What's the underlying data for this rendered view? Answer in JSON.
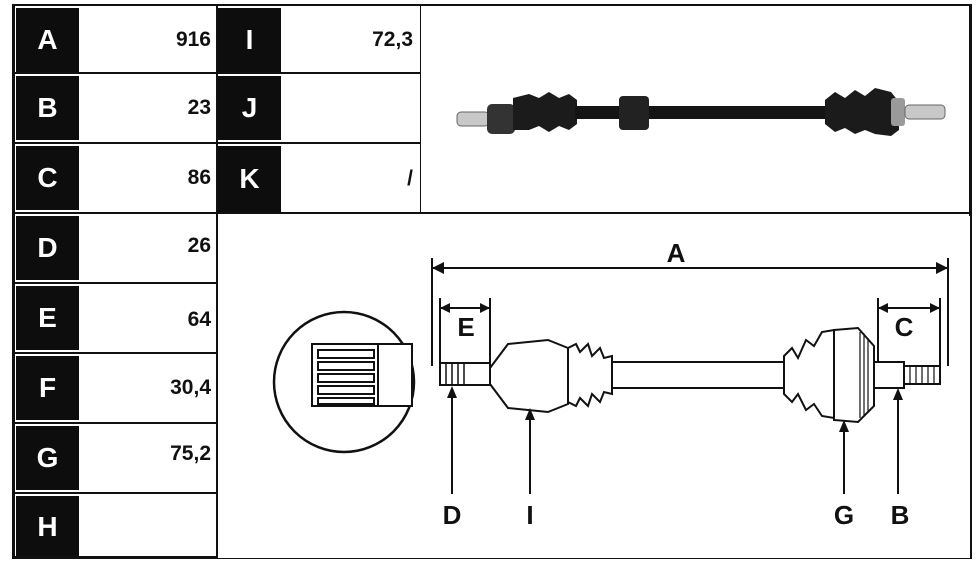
{
  "rows": [
    {
      "letter": "A",
      "value": "916"
    },
    {
      "letter": "B",
      "value": "23"
    },
    {
      "letter": "C",
      "value": "86"
    },
    {
      "letter": "D",
      "value": "26"
    },
    {
      "letter": "E",
      "value": "64"
    },
    {
      "letter": "F",
      "value": "30,4"
    },
    {
      "letter": "G",
      "value": "75,2"
    },
    {
      "letter": "H",
      "value": ""
    }
  ],
  "rows2": [
    {
      "letter": "I",
      "value": "72,3"
    },
    {
      "letter": "J",
      "value": ""
    },
    {
      "letter": "K",
      "value": "/"
    }
  ],
  "diagram_labels": {
    "A": "A",
    "E": "E",
    "C": "C",
    "D": "D",
    "I": "I",
    "G": "G",
    "B": "B"
  },
  "colors": {
    "header_bg": "#0d0d0d",
    "line": "#111111",
    "shaft": "#1a1a1a"
  }
}
